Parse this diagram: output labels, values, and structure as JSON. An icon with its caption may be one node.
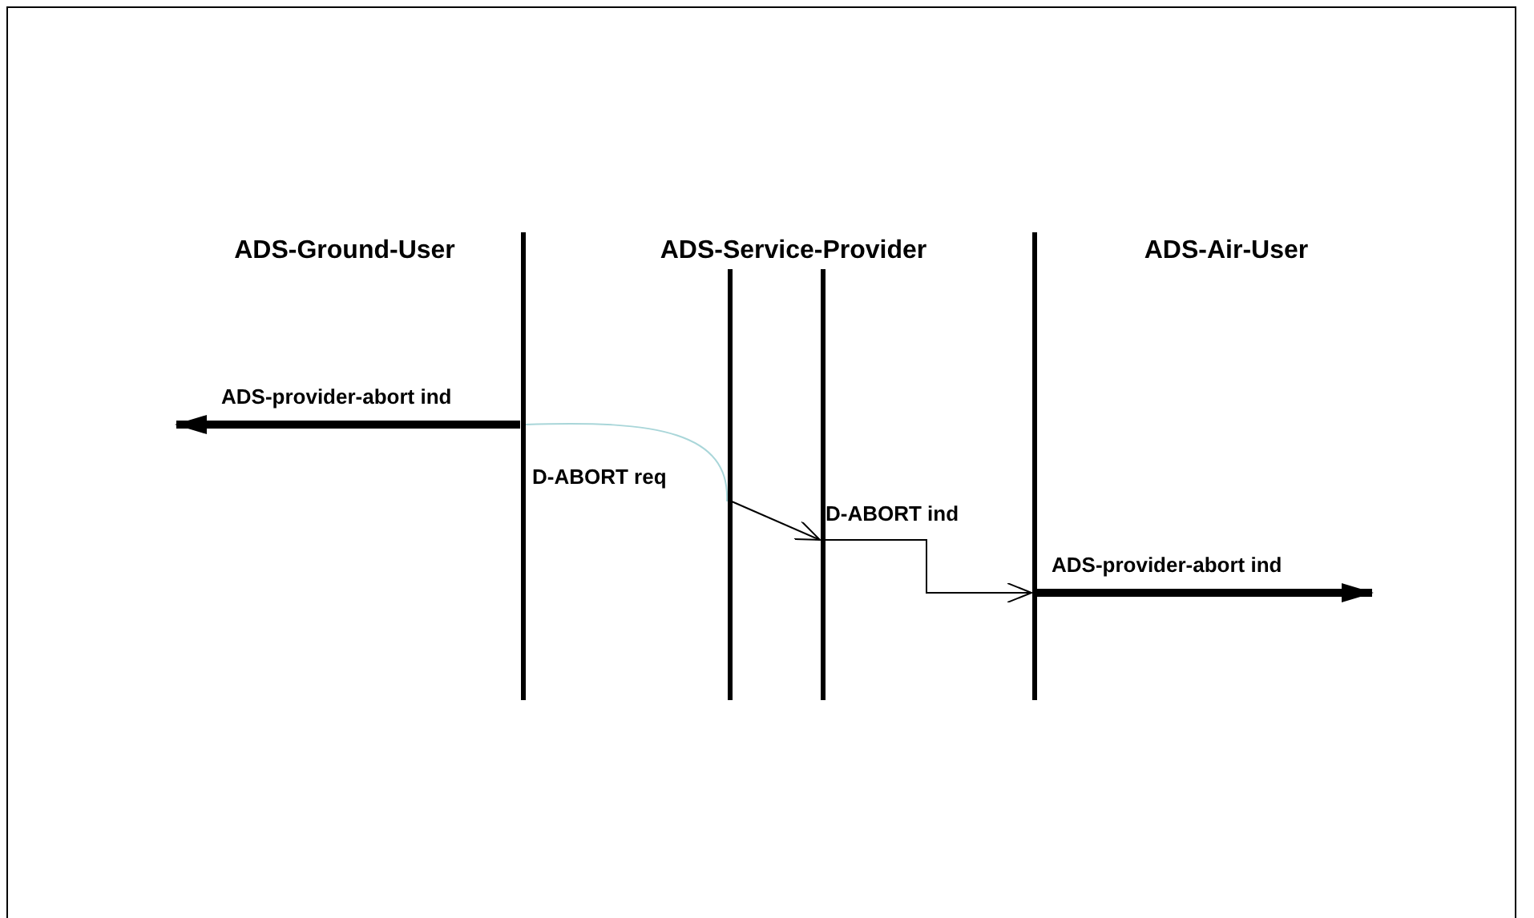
{
  "diagram": {
    "nodes": [
      {
        "text": [],
        "shape": "bar"
      },
      {
        "text": [],
        "shape": "bar"
      },
      {
        "text": [],
        "shape": "bar"
      },
      {
        "text": [],
        "shape": "bar"
      }
    ],
    "edges": [
      {
        "from": 0,
        "to": null,
        "arrow": "to",
        "style": "thick",
        "label": "ADS-provider-abort ind"
      },
      {
        "from": 0,
        "to": 1,
        "arrow": "none",
        "color": "#a9d6d9",
        "label": "D-ABORT req"
      },
      {
        "from": 1,
        "to": 2,
        "arrow": "to"
      },
      {
        "from": 2,
        "to": 3,
        "arrow": "to",
        "label": "D-ABORT ind"
      },
      {
        "from": 3,
        "to": null,
        "arrow": "to",
        "style": "thick",
        "label": "ADS-provider-abort ind"
      }
    ],
    "labels": [
      "ADS-Ground-User",
      "ADS-Service-Provider",
      "ADS-Air-User"
    ]
  }
}
